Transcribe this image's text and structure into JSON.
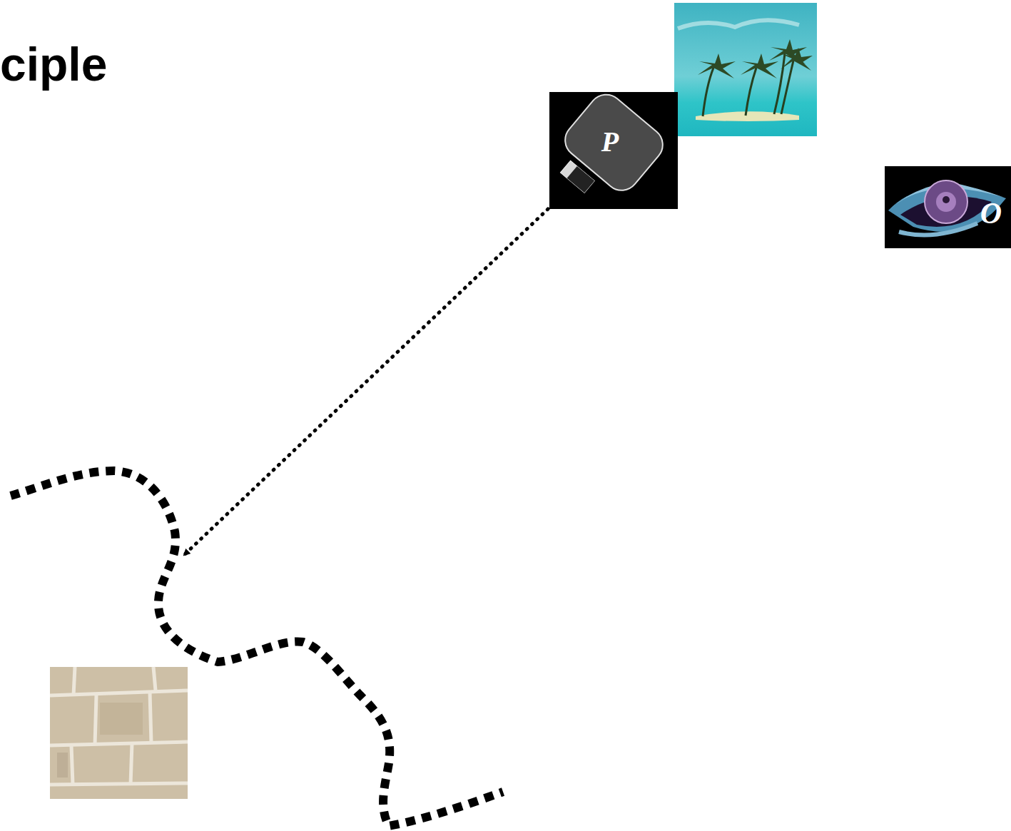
{
  "diagram": {
    "title": "ciple",
    "nodes": [
      {
        "text": [
          "P"
        ]
      },
      {
        "text": [
          "O"
        ]
      }
    ]
  }
}
